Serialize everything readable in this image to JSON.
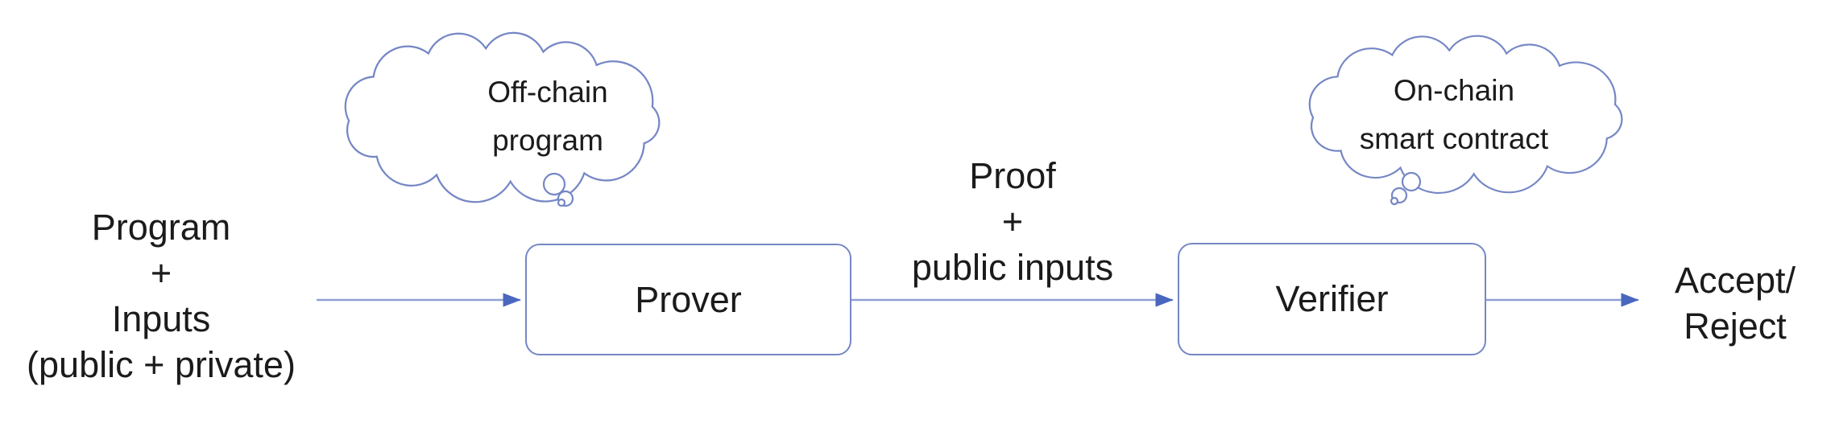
{
  "colors": {
    "shape_outline": "#7587c5",
    "arrow_line": "#8ea0d8",
    "arrowhead": "#4a67bf",
    "text_color": "#1b1b1b",
    "background": "#ffffff"
  },
  "diagram": {
    "input_label": {
      "lines": [
        "Program",
        "+",
        "Inputs",
        "(public + private)"
      ]
    },
    "prover_cloud": {
      "lines": [
        "Off-chain",
        "program"
      ]
    },
    "prover_box": {
      "label": "Prover"
    },
    "proof_label": {
      "lines": [
        "Proof",
        "+",
        "public inputs"
      ]
    },
    "verifier_cloud": {
      "lines": [
        "On-chain",
        "smart contract"
      ]
    },
    "verifier_box": {
      "label": "Verifier"
    },
    "output_label": {
      "lines": [
        "Accept/",
        "Reject"
      ]
    }
  }
}
